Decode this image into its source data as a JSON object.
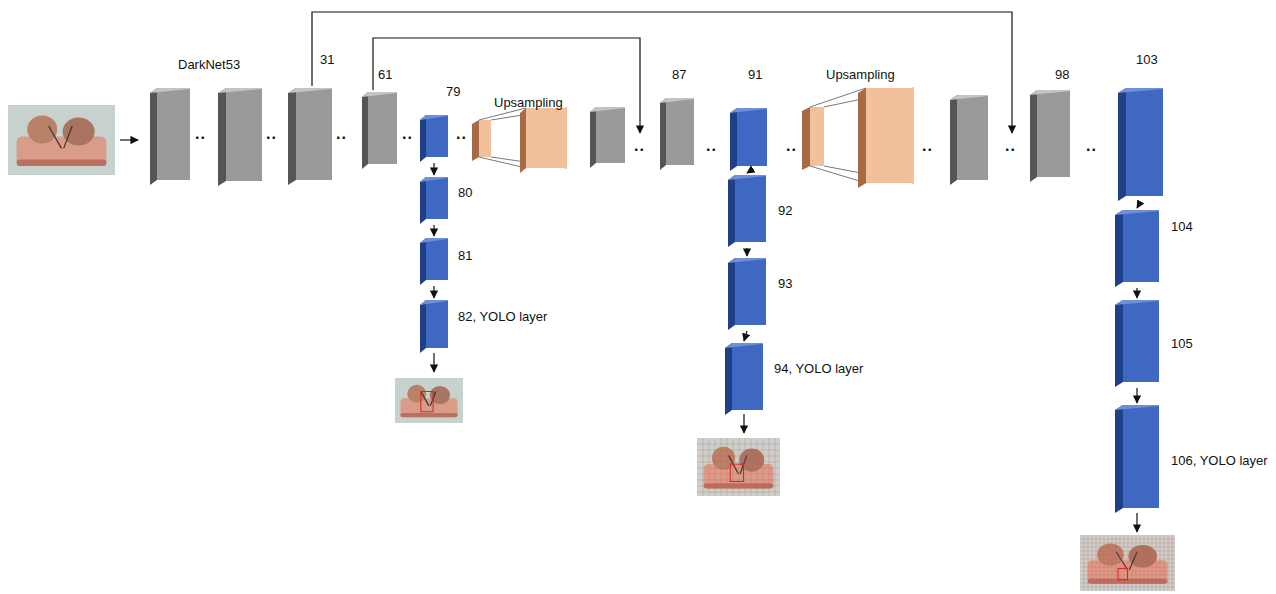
{
  "diagram": {
    "nodes": [
      {
        "text": [
          "31"
        ]
      },
      {
        "text": [
          "61"
        ]
      },
      {
        "text": [
          "79"
        ]
      },
      {
        "text": [
          "80"
        ]
      },
      {
        "text": [
          "81"
        ]
      },
      {
        "text": [
          "82, YOLO layer"
        ]
      },
      {
        "text": [
          "Upsampling"
        ]
      },
      {
        "text": [
          "87"
        ]
      },
      {
        "text": [
          "91"
        ]
      },
      {
        "text": [
          "92"
        ]
      },
      {
        "text": [
          "93"
        ]
      },
      {
        "text": [
          "94, YOLO layer"
        ]
      },
      {
        "text": [
          "Upsampling"
        ]
      },
      {
        "text": [
          "98"
        ]
      },
      {
        "text": [
          "103"
        ]
      },
      {
        "text": [
          "104"
        ]
      },
      {
        "text": [
          "105"
        ]
      },
      {
        "text": [
          "106, YOLO layer"
        ]
      }
    ],
    "edges": [
      {
        "from": 2,
        "to": 3,
        "arrow": "to"
      },
      {
        "from": 3,
        "to": 4,
        "arrow": "to"
      },
      {
        "from": 4,
        "to": 5,
        "arrow": "to"
      },
      {
        "from": 8,
        "to": 9,
        "arrow": "to"
      },
      {
        "from": 9,
        "to": 10,
        "arrow": "to"
      },
      {
        "from": 10,
        "to": 11,
        "arrow": "to"
      },
      {
        "from": 14,
        "to": 15,
        "arrow": "to"
      },
      {
        "from": 15,
        "to": 16,
        "arrow": "to"
      },
      {
        "from": 16,
        "to": 17,
        "arrow": "to"
      }
    ],
    "labels": [
      "DarkNet53",
      "..",
      "..",
      "..",
      "..",
      "..",
      "..",
      "..",
      "..",
      "..",
      "..",
      ".."
    ]
  }
}
